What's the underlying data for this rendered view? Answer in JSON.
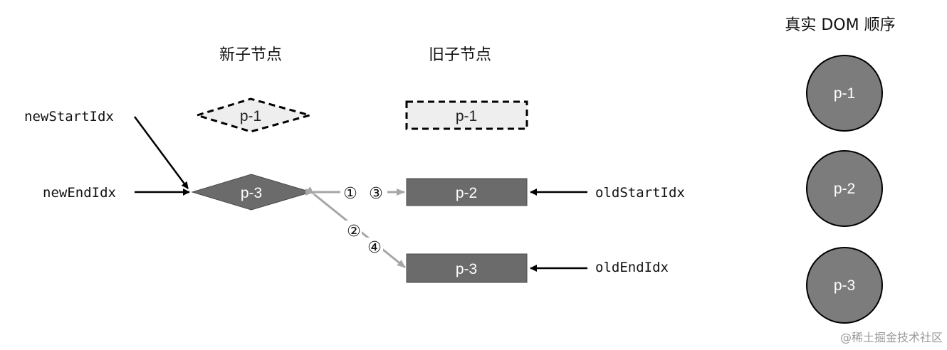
{
  "headers": {
    "new_children": "新子节点",
    "old_children": "旧子节点",
    "real_dom_order": "真实 DOM 顺序"
  },
  "pointers": {
    "new_start": "newStartIdx",
    "new_end": "newEndIdx",
    "old_start": "oldStartIdx",
    "old_end": "oldEndIdx"
  },
  "new_nodes": [
    {
      "label": "p-1",
      "state": "processed"
    },
    {
      "label": "p-3",
      "state": "active"
    }
  ],
  "old_nodes": [
    {
      "label": "p-1",
      "state": "processed"
    },
    {
      "label": "p-2",
      "state": "active"
    },
    {
      "label": "p-3",
      "state": "active"
    }
  ],
  "real_dom": [
    {
      "label": "p-1"
    },
    {
      "label": "p-2"
    },
    {
      "label": "p-3"
    }
  ],
  "steps": {
    "to_old_start": [
      "①",
      "③"
    ],
    "to_old_end": [
      "②",
      "④"
    ]
  },
  "watermark": "@稀土掘金技术社区",
  "colors": {
    "active_fill": "#6b6b6b",
    "processed_fill": "#eeeeee",
    "dom_circle": "#7c7c7c",
    "compare_arrow": "#a6a6a6",
    "pointer_arrow": "#000000"
  }
}
